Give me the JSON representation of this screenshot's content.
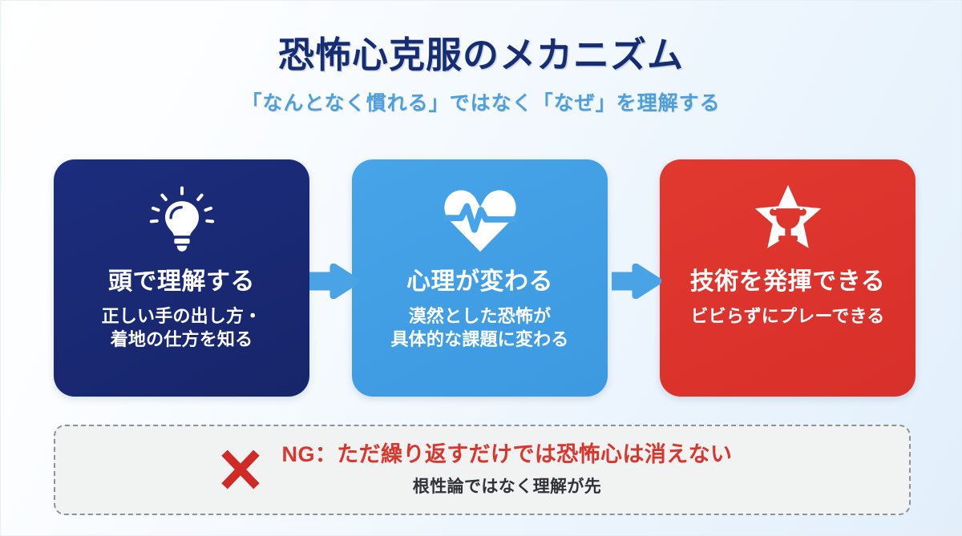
{
  "header": {
    "title": "恐怖心克服のメカニズム",
    "subtitle": "「なんとなく慣れる」ではなく「なぜ」を理解する"
  },
  "colors": {
    "title": "#162d73",
    "subtitle": "#4fa0da",
    "card_navy": "#1c2d7e",
    "card_blue": "#47a4e8",
    "card_red": "#e1392f",
    "arrow": "#4aa3e5",
    "ng_red": "#d9362d",
    "ng_border": "#8d9299",
    "ng_background": "#f1f2f2"
  },
  "steps": [
    {
      "icon": "lightbulb-icon",
      "title": "頭で理解する",
      "desc_line1": "正しい手の出し方・",
      "desc_line2": "着地の仕方を知る"
    },
    {
      "icon": "heart-pulse-icon",
      "title": "心理が変わる",
      "desc_line1": "漠然とした恐怖が",
      "desc_line2": "具体的な課題に変わる"
    },
    {
      "icon": "star-trophy-icon",
      "title": "技術を発揮できる",
      "desc_line1": "ビビらずにプレーできる",
      "desc_line2": ""
    }
  ],
  "connectors": [
    {
      "icon": "arrow-right-icon"
    },
    {
      "icon": "arrow-right-icon"
    }
  ],
  "note": {
    "icon": "red-cross-icon",
    "headline": "NG：ただ繰り返すだけでは恐怖心は消えない",
    "subline": "根性論ではなく理解が先"
  }
}
